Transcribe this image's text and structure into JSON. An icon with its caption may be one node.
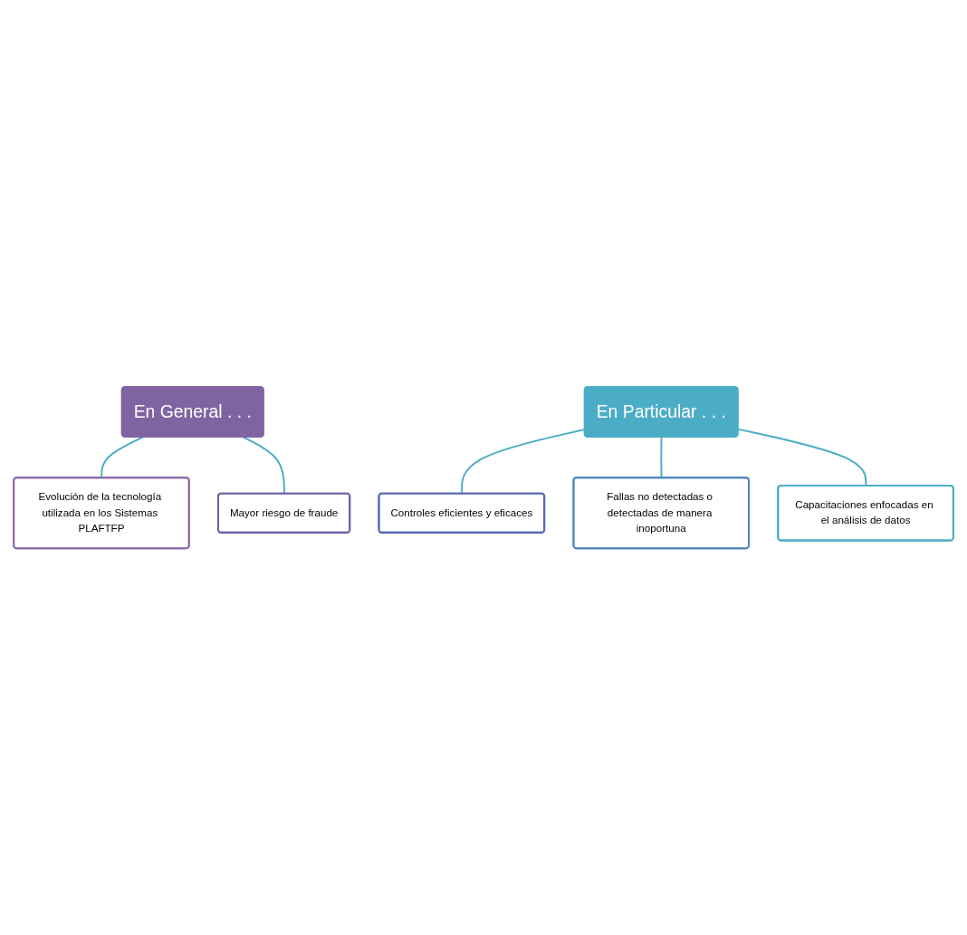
{
  "diagram": {
    "nodes": [
      {
        "text": [
          "En General . . ."
        ]
      },
      {
        "text": [
          "Evolución de la tecnología utilizada en los Sistemas PLAFTFP"
        ]
      },
      {
        "text": [
          "Mayor riesgo de fraude"
        ]
      },
      {
        "text": [
          "En Particular . . ."
        ]
      },
      {
        "text": [
          "Controles eficientes y eficaces"
        ]
      },
      {
        "text": [
          "Fallas no detectadas o detectadas de manera inoportuna"
        ]
      },
      {
        "text": [
          "Capacitaciones enfocadas en el análisis de datos"
        ]
      }
    ],
    "edges": [
      {
        "from": 0,
        "to": 1,
        "arrow": "none"
      },
      {
        "from": 0,
        "to": 2,
        "arrow": "none"
      },
      {
        "from": 3,
        "to": 4,
        "arrow": "none"
      },
      {
        "from": 3,
        "to": 5,
        "arrow": "none"
      },
      {
        "from": 3,
        "to": 6,
        "arrow": "none"
      }
    ]
  }
}
